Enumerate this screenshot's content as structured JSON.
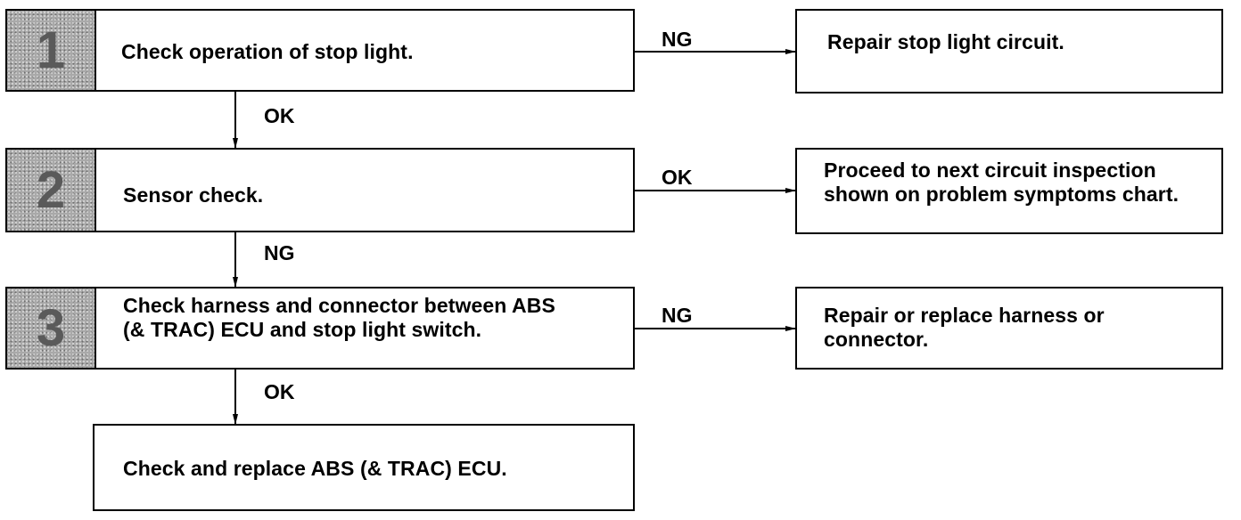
{
  "steps": [
    {
      "number": "1",
      "text": "Check operation of stop light."
    },
    {
      "number": "2",
      "text": "Sensor check."
    },
    {
      "number": "3",
      "text": "Check harness and connector between ABS (& TRAC) ECU and stop light switch."
    },
    {
      "number": "",
      "text": "Check and replace ABS (& TRAC) ECU."
    }
  ],
  "results": [
    {
      "text": "Repair stop light circuit."
    },
    {
      "text": "Proceed to next circuit inspection shown on problem symptoms chart."
    },
    {
      "text": "Repair or replace harness or connector."
    }
  ],
  "arrow_labels": {
    "step1_right": "NG",
    "step1_down": "OK",
    "step2_right": "OK",
    "step2_down": "NG",
    "step3_right": "NG",
    "step3_down": "OK"
  }
}
